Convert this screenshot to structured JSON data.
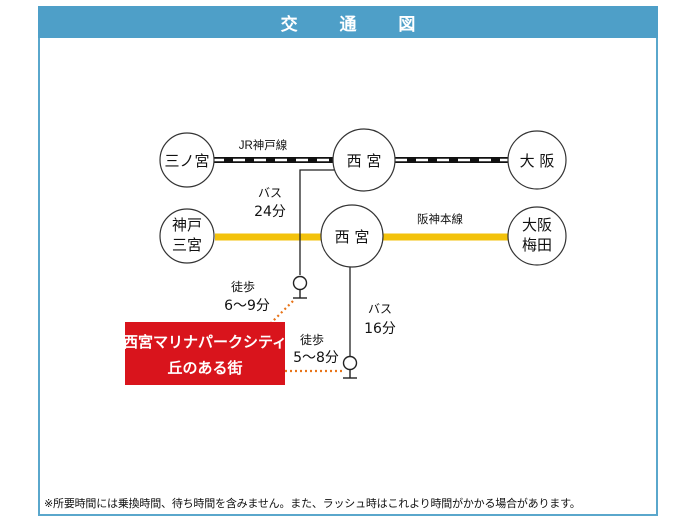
{
  "header": {
    "title": "交 通 図"
  },
  "stations": {
    "sannomiya": "三ノ宮",
    "nishinomiya_jr": "西 宮",
    "osaka": "大 阪",
    "kobe_sannomiya_1": "神戸",
    "kobe_sannomiya_2": "三宮",
    "nishinomiya_hanshin": "西 宮",
    "osaka_umeda_1": "大阪",
    "osaka_umeda_2": "梅田"
  },
  "lines": {
    "jr": "JR神戸線",
    "hanshin": "阪神本線"
  },
  "routes": {
    "bus1_label": "バス",
    "bus1_time": "24分",
    "bus2_label": "バス",
    "bus2_time": "16分",
    "walk1_label": "徒歩",
    "walk1_time": "6〜9分",
    "walk2_label": "徒歩",
    "walk2_time": "5〜8分"
  },
  "destination": {
    "line1": "西宮マリナパークシティ",
    "line2": "丘のある街"
  },
  "note": "※所要時間には乗換時間、待ち時間を含みません。また、ラッシュ時はこれより時間がかかる場合があります。",
  "colors": {
    "header_bg": "#4e9fc8",
    "hanshin_line": "#f3c20b",
    "walk_dots": "#e8751a",
    "destination_bg": "#d9141c"
  }
}
